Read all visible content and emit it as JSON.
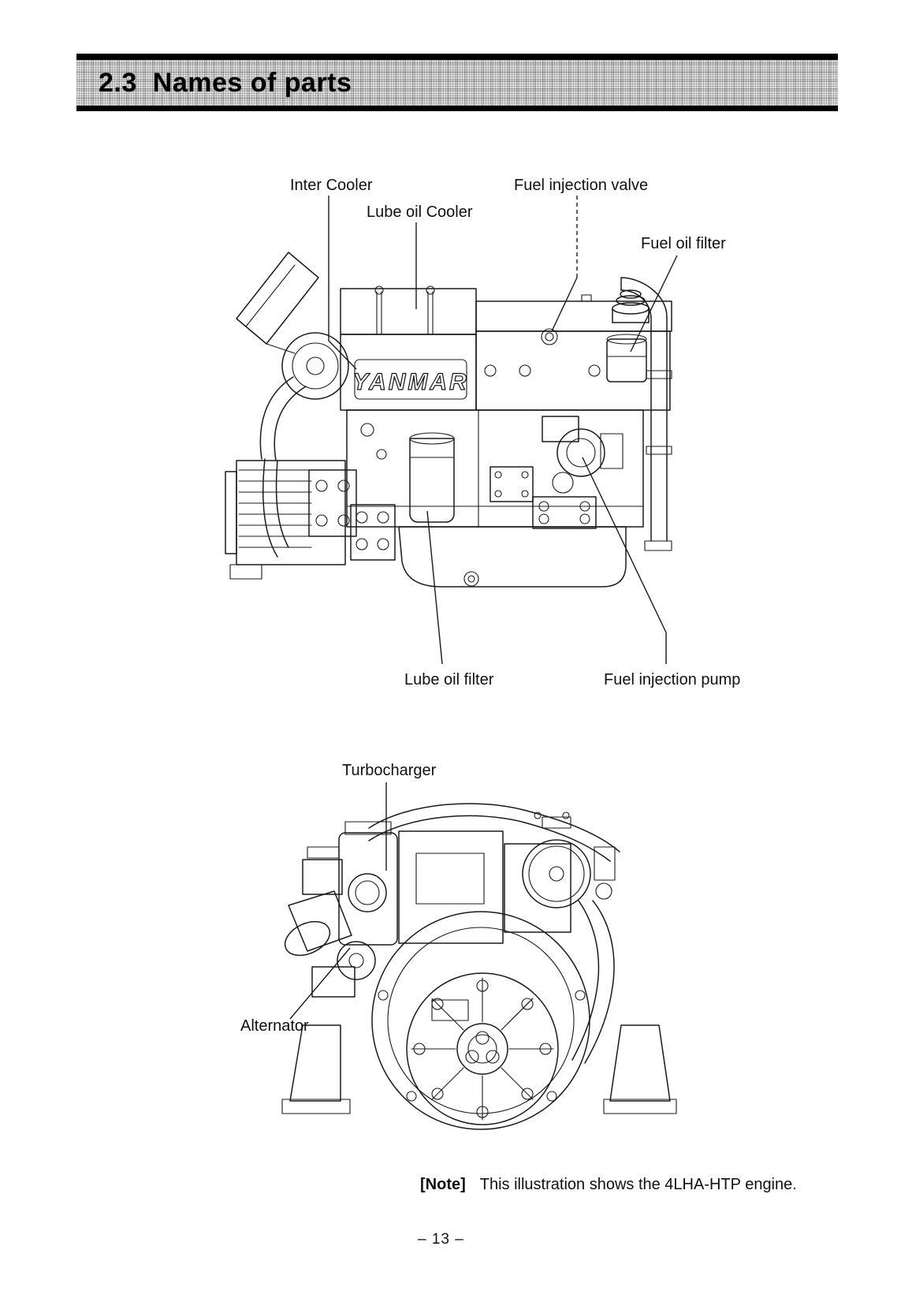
{
  "header": {
    "section": "2.3",
    "title": "Names of parts"
  },
  "diagram_side_view": {
    "engine_logo": "YANMAR",
    "labels": {
      "inter_cooler": "Inter Cooler",
      "lube_oil_cooler": "Lube oil Cooler",
      "fuel_injection_valve": "Fuel injection valve",
      "fuel_oil_filter": "Fuel oil filter",
      "lube_oil_filter": "Lube oil filter",
      "fuel_injection_pump": "Fuel injection pump"
    }
  },
  "diagram_front_view": {
    "labels": {
      "turbocharger": "Turbocharger",
      "alternator": "Alternator"
    }
  },
  "note": {
    "prefix": "[Note]",
    "text": "This illustration shows the 4LHA-HTP engine."
  },
  "footer": {
    "page_number": "– 13 –"
  },
  "colors": {
    "ink": "#1a1a1a",
    "banner_bar": "#000000",
    "banner_fill": "#e2e2e2"
  }
}
